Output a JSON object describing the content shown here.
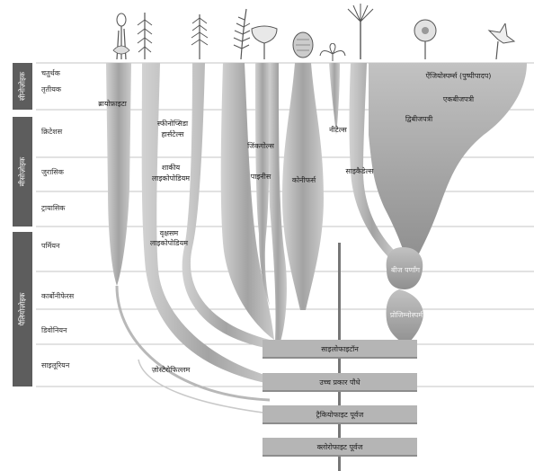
{
  "eras": [
    {
      "label": "सीनोज़ोइक"
    },
    {
      "label": "मीसोज़ोइक"
    },
    {
      "label": "पैलियोज़ोइक"
    }
  ],
  "periods": [
    {
      "label": "चतुर्थक"
    },
    {
      "label": "तृतीयक"
    },
    {
      "label": "क्रिटेशस"
    },
    {
      "label": "जुरासिक"
    },
    {
      "label": "ट्रायासिक"
    },
    {
      "label": "पर्मियन"
    },
    {
      "label": "कार्बोनीफेरस"
    },
    {
      "label": "डिवोनियन"
    },
    {
      "label": "साइलूरियन"
    }
  ],
  "lineages": {
    "bryophyta": "ब्रायोफ़ाइटा",
    "ferns_line1": "स्फीनोप्सिडा",
    "ferns_line2": "हार्सटेल्स",
    "true_ferns_1": "शाकीय",
    "true_ferns_2": "लाइकोपोडियम",
    "seed_ferns_1": "वृक्षसम",
    "seed_ferns_2": "लाइकोपोडियम",
    "ginkgo": "जिंकगोल्स",
    "cycads": "पाइनीस",
    "conifers": "कोनीफर्स",
    "gnetales": "नीटेल्स",
    "cycadales": "साइकैडेल्स",
    "angiosperms": "ऐंजियोस्पर्म्स (पुष्पीपादप)",
    "monocots": "एकबीजपत्री",
    "dicots": "द्विबीजपत्री",
    "seed_ferns": "बीज पर्णांग",
    "progymno": "प्रोजिम्नोस्पर्म",
    "zosterophyll": "ज़ोस्टेरोफिल्लम"
  },
  "ancestors": {
    "psilophyton": "साइलोफाइटॉन",
    "early_vascular": "उच्च प्रकार पौधे",
    "tracheophyte": "ट्रैकियोफाइट पूर्वज",
    "chlorophyte": "क्लोरोफाइट पूर्वज"
  },
  "icons": [
    "moss-plant-icon",
    "horsetail-plant-icon",
    "club-moss-plant-icon",
    "fern-frond-icon",
    "ginkgo-leaf-icon",
    "conifer-icon",
    "cycad-icon",
    "palm-plant-icon",
    "flower-icon",
    "daffodil-icon"
  ],
  "colors": {
    "era_band": "#5d5d5d",
    "lineage_gray": "#a9a9a9",
    "box_gray": "#b5b5b5",
    "line": "#c4c4c4"
  }
}
